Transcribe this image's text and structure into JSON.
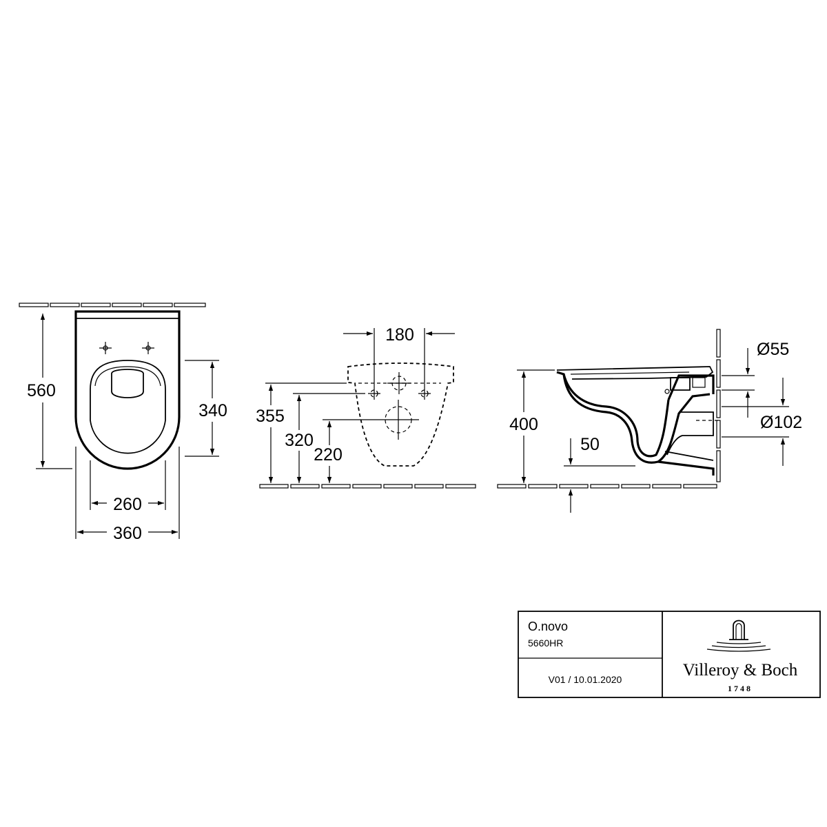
{
  "dimensions": {
    "top_view": {
      "depth": "560",
      "seat_depth": "340",
      "inner_width": "260",
      "outer_width": "360"
    },
    "rear_view": {
      "fixing_spacing": "180",
      "height_355": "355",
      "height_320": "320",
      "height_220": "220"
    },
    "side_view": {
      "height": "400",
      "outlet_offset": "50",
      "diameter_small": "Ø55",
      "diameter_large": "Ø102"
    }
  },
  "title_block": {
    "product_name": "O.novo",
    "article_number": "5660HR",
    "version": "V01 / 10.01.2020",
    "brand_name": "Villeroy & Boch",
    "brand_year": "1748"
  }
}
